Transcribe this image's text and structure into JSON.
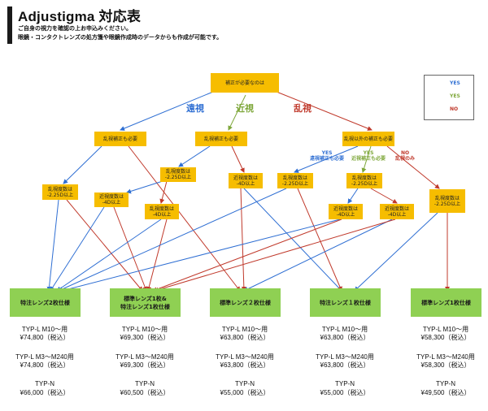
{
  "header": {
    "title": "Adjustigma 対応表",
    "intro": [
      "ご自身の視力を確認の上お申込みください。",
      "眼鏡・コンタクトレンズの処方箋や眼鏡作成時のデータからも作成が可能です。"
    ]
  },
  "legend": {
    "items": [
      {
        "label": "YES",
        "color": "#2f6fd3"
      },
      {
        "label": "YES",
        "color": "#7ea73a"
      },
      {
        "label": "NO",
        "color": "#c0392b"
      }
    ]
  },
  "colors": {
    "blue": "#2f6fd3",
    "green": "#7ea73a",
    "red": "#c0392b",
    "decision": "#f6bd00",
    "result": "#8fd053"
  },
  "branches": {
    "far": "遠視",
    "near": "近視",
    "astig": "乱視"
  },
  "nodes": {
    "root": "補正が必要なのは",
    "far_astig": "乱視補正も必要",
    "near_astig": "乱視補正も必要",
    "astig_other": "乱視以外の補正も必要",
    "far_cyl": "乱視度数は\n-2.25D以上",
    "far_near": "近視度数は\n-4D以上",
    "near_cyl": "乱視度数は\n-2.25D以上",
    "near_sph2": "乱視度数は\n-4D以上",
    "near_sph": "近視度数は\n-4D以上",
    "astig_far_cyl": "乱視度数は\n-2.25D以上",
    "astig_near_cyl": "乱視度数は\n-2.25D以上",
    "astig_near_sph1": "近視度数は\n-4D以上",
    "astig_near_sph2": "近視度数は\n-4D以上",
    "astig_only_cyl": "乱視度数は\n-2.25D以上"
  },
  "tags": {
    "far": "YES\n遠視補正も必要",
    "near": "YES\n近視補正も必要",
    "only": "NO\n乱視のみ"
  },
  "results": [
    {
      "label": "特注レンズ2枚仕様",
      "prices": [
        {
          "type": "TYP-L M10〜用",
          "price": "¥74,800（税込）"
        },
        {
          "type": "TYP-L M3〜M240用",
          "price": "¥74,800（税込）"
        },
        {
          "type": "TYP-N",
          "price": "¥66,000（税込）"
        }
      ]
    },
    {
      "label": "標準レンズ1枚&\n特注レンズ1枚仕様",
      "prices": [
        {
          "type": "TYP-L M10〜用",
          "price": "¥69,300（税込）"
        },
        {
          "type": "TYP-L M3〜M240用",
          "price": "¥69,300（税込）"
        },
        {
          "type": "TYP-N",
          "price": "¥60,500（税込）"
        }
      ]
    },
    {
      "label": "標準レンズ２枚仕様",
      "prices": [
        {
          "type": "TYP-L M10〜用",
          "price": "¥63,800（税込）"
        },
        {
          "type": "TYP-L M3〜M240用",
          "price": "¥63,800（税込）"
        },
        {
          "type": "TYP-N",
          "price": "¥55,000（税込）"
        }
      ]
    },
    {
      "label": "特注レンズ１枚仕様",
      "prices": [
        {
          "type": "TYP-L M10〜用",
          "price": "¥63,800（税込）"
        },
        {
          "type": "TYP-L M3〜M240用",
          "price": "¥63,800（税込）"
        },
        {
          "type": "TYP-N",
          "price": "¥55,000（税込）"
        }
      ]
    },
    {
      "label": "標準レンズ1枚仕様",
      "prices": [
        {
          "type": "TYP-L M10〜用",
          "price": "¥58,300（税込）"
        },
        {
          "type": "TYP-L M3〜M240用",
          "price": "¥58,300（税込）"
        },
        {
          "type": "TYP-N",
          "price": "¥49,500（税込）"
        }
      ]
    }
  ]
}
